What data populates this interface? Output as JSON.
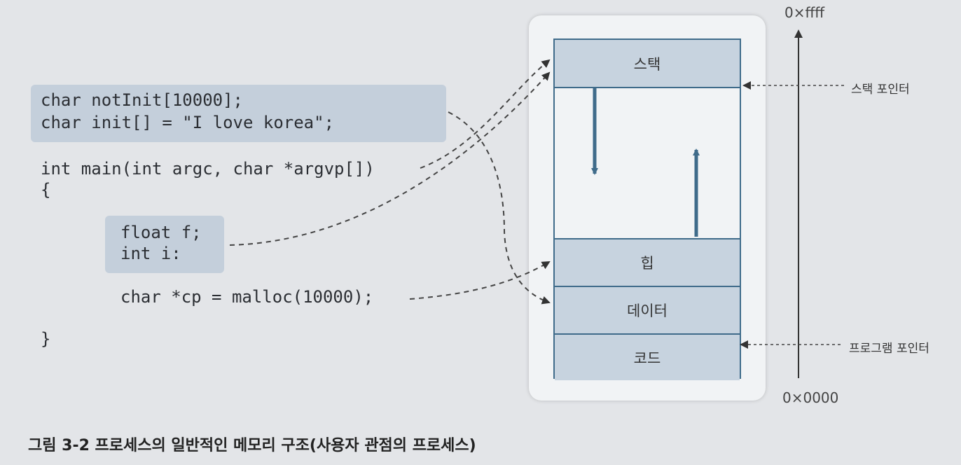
{
  "code": {
    "globals": [
      "char notInit[10000];",
      "char init[] = \"I love korea\";"
    ],
    "main_signature": "int main(int argc, char *argvp[])",
    "open_brace": "{",
    "locals": [
      "float f;",
      "int i:"
    ],
    "malloc_line": "char *cp = malloc(10000);",
    "close_brace": "}"
  },
  "memory": {
    "segments": {
      "stack": "스택",
      "heap": "힙",
      "data": "데이터",
      "code": "코드"
    },
    "labels": {
      "stack_pointer": "스택 포인터",
      "program_pointer": "프로그램 포인터"
    },
    "address_top": "0×ffff",
    "address_bottom": "0×0000"
  },
  "caption": "그림 3-2  프로세스의 일반적인 메모리 구조(사용자 관점의 프로세스)",
  "colors": {
    "segment_fill": "#c7d3df",
    "segment_border": "#3f6b8a",
    "arrow": "#3f6b8a",
    "code_highlight": "#c4cfdb"
  }
}
